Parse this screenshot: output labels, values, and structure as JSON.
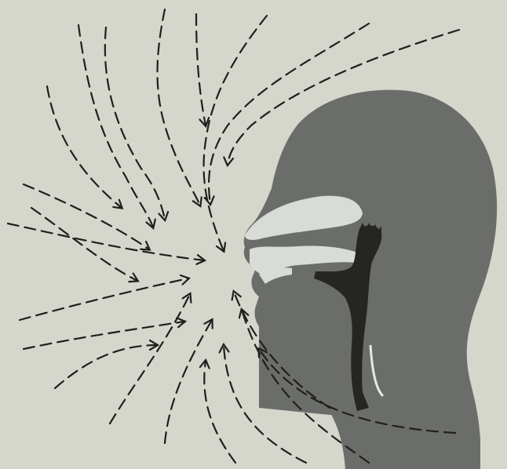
{
  "figure": {
    "colors": {
      "background": "#d5d7cd",
      "head_silhouette": "#6b6d6a",
      "airway_dark": "#252624",
      "oral_cavity_light": "#d9dcd6",
      "flow_lines": "#1f201e"
    },
    "icons": [
      "head-profile-silhouette",
      "airway",
      "dashed-flow-arrows"
    ]
  }
}
